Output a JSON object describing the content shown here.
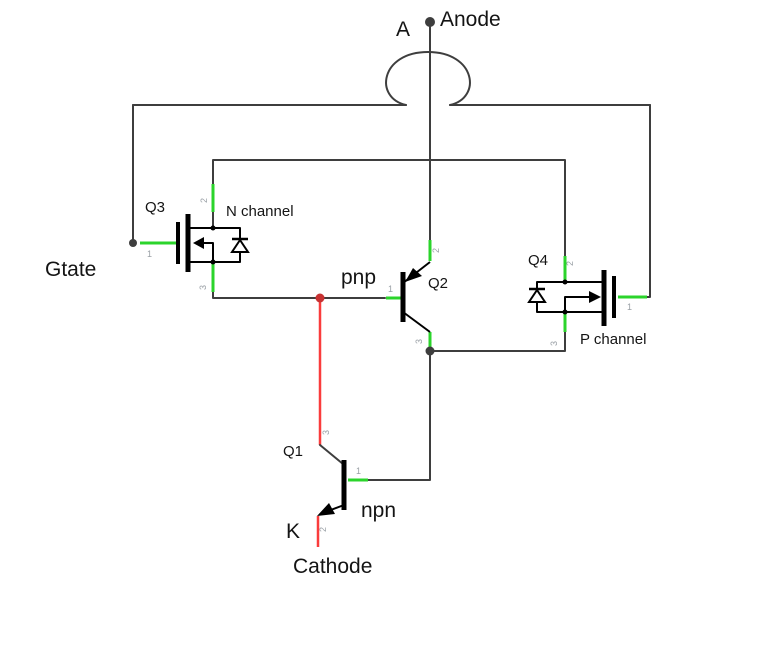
{
  "diagram": {
    "terminals": {
      "anode_letter": "A",
      "anode_name": "Anode",
      "gate_name": "Gtate",
      "cathode_letter": "K",
      "cathode_name": "Cathode"
    },
    "components": {
      "q1": {
        "ref": "Q1",
        "type_label": "npn"
      },
      "q2": {
        "ref": "Q2",
        "type_label": "pnp"
      },
      "q3": {
        "ref": "Q3",
        "type_label": "N channel"
      },
      "q4": {
        "ref": "Q4",
        "type_label": "P channel"
      }
    },
    "pin_labels": {
      "p1": "1",
      "p2": "2",
      "p3": "3"
    },
    "colors": {
      "wire": "#3e3e3e",
      "pin_highlight_green": "#2bd42b",
      "net_highlight_red": "#fa3c3c",
      "junction_red": "#c83232",
      "component_body": "#000000",
      "pin_number_text": "#9aa0a6",
      "label_text": "#141414",
      "background": "#ffffff"
    }
  }
}
